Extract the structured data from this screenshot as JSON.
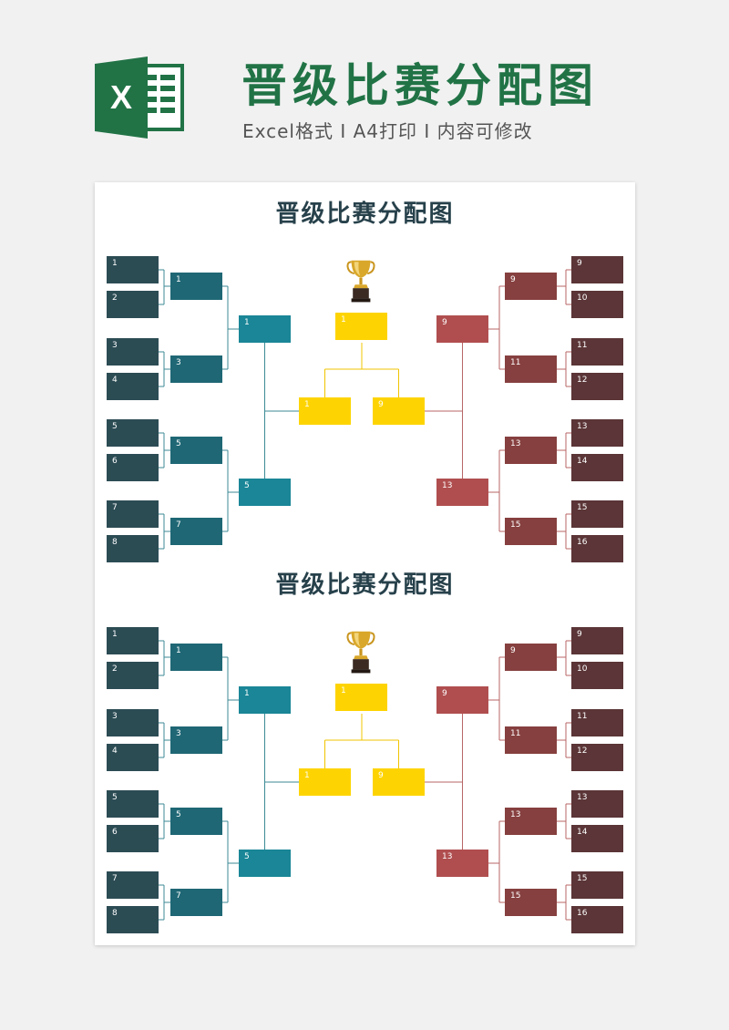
{
  "header": {
    "logo_letter": "X",
    "title": "晋级比赛分配图",
    "subtitle": "Excel格式 I A4打印 I 内容可修改"
  },
  "colors": {
    "brand_green": "#217346",
    "left_round1": "#2c4c54",
    "left_round2": "#1f6775",
    "left_round3": "#1a8697",
    "right_round1": "#5b3537",
    "right_round2": "#86403f",
    "right_round3": "#b04e4f",
    "final": "#fdd401"
  },
  "brackets": [
    {
      "title": "晋级比赛分配图",
      "left_round1": [
        "1",
        "2",
        "3",
        "4",
        "5",
        "6",
        "7",
        "8"
      ],
      "left_round2": [
        "1",
        "3",
        "5",
        "7"
      ],
      "left_round3": [
        "1",
        "5"
      ],
      "right_round1": [
        "9",
        "10",
        "11",
        "12",
        "13",
        "14",
        "15",
        "16"
      ],
      "right_round2": [
        "9",
        "11",
        "13",
        "15"
      ],
      "right_round3": [
        "9",
        "13"
      ],
      "final_left": "1",
      "final_right": "9",
      "champion": "1",
      "trophy_icon": "trophy-icon"
    },
    {
      "title": "晋级比赛分配图",
      "left_round1": [
        "1",
        "2",
        "3",
        "4",
        "5",
        "6",
        "7",
        "8"
      ],
      "left_round2": [
        "1",
        "3",
        "5",
        "7"
      ],
      "left_round3": [
        "1",
        "5"
      ],
      "right_round1": [
        "9",
        "10",
        "11",
        "12",
        "13",
        "14",
        "15",
        "16"
      ],
      "right_round2": [
        "9",
        "11",
        "13",
        "15"
      ],
      "right_round3": [
        "9",
        "13"
      ],
      "final_left": "1",
      "final_right": "9",
      "champion": "1",
      "trophy_icon": "trophy-icon"
    }
  ]
}
